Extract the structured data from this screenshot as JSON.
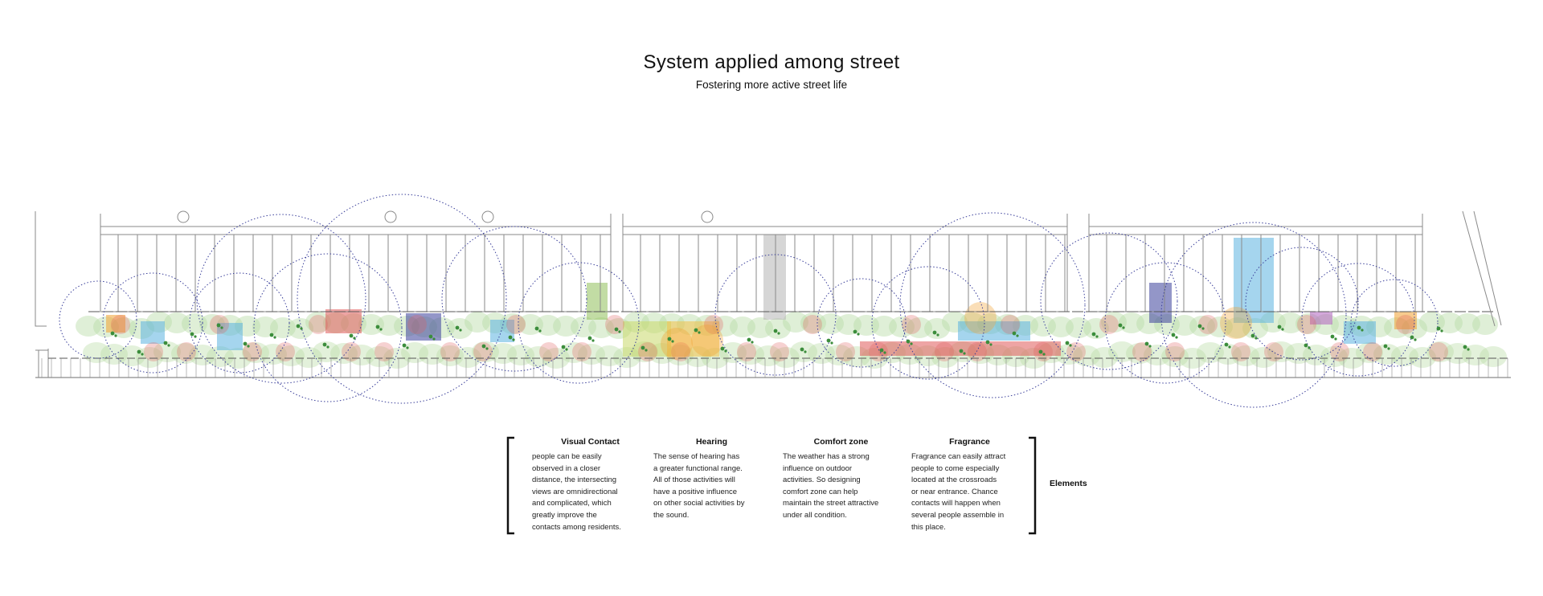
{
  "header": {
    "title": "System applied among street",
    "subtitle": "Fostering more active street life"
  },
  "legend": {
    "side_label": "Elements",
    "items": [
      {
        "heading": "Visual Contact",
        "lines": [
          "people can be easily",
          "observed in a closer",
          "distance, the intersecting",
          "views are omnidirectional",
          "and complicated, which",
          "greatly improve the",
          "contacts among residents."
        ]
      },
      {
        "heading": "Hearing",
        "lines": [
          "The sense of hearing has",
          "a greater functional range.",
          "All of those activities will",
          "have a positive influence",
          "on other social activities by",
          "the sound."
        ]
      },
      {
        "heading": "Comfort zone",
        "lines": [
          "The weather has a strong",
          "influence on outdoor",
          "activities. So designing",
          "comfort zone can help",
          "maintain the street attractive",
          "under all condition."
        ]
      },
      {
        "heading": "Fragrance",
        "lines": [
          "Fragrance can easily attract",
          "people to come especially",
          "located at the crossroads",
          "or near entrance. Chance",
          "contacts will happen when",
          "several people assemble in",
          "this place."
        ]
      }
    ]
  },
  "colors": {
    "visual_contact": "#3a3f9a",
    "hearing": "#e05a5a",
    "comfort": "#5bb3e0",
    "fragrance": "#f0a030",
    "greenery": "#b8dba6",
    "building_line": "#8a8a8a"
  }
}
